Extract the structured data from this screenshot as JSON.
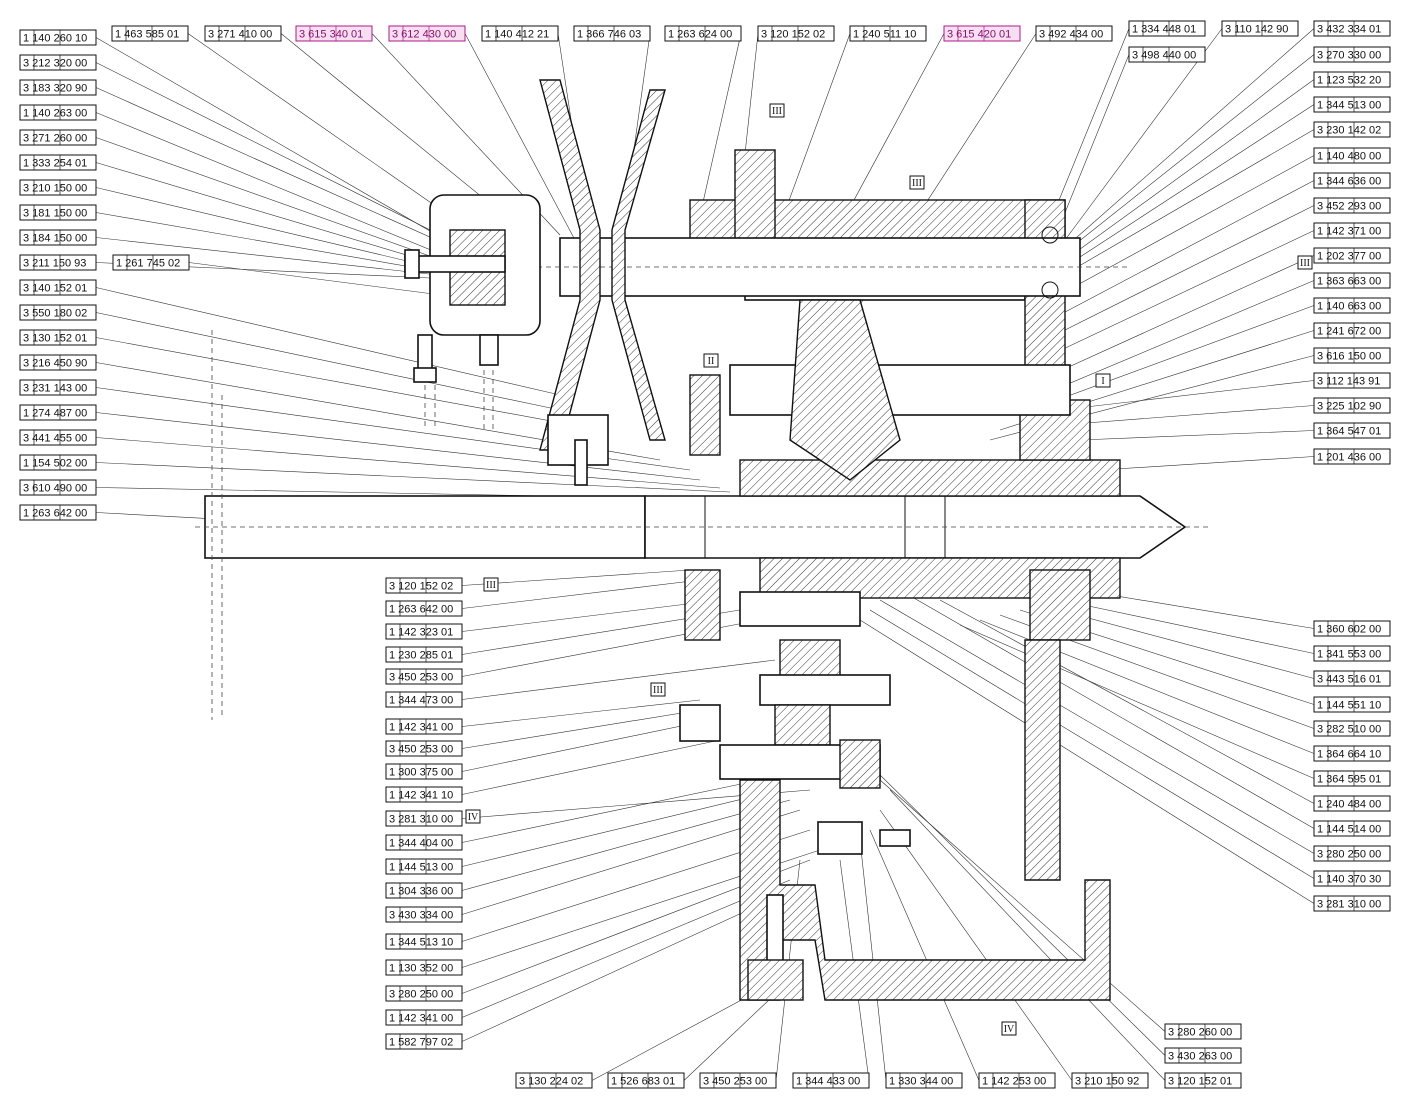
{
  "callouts": [
    {
      "id": "c01",
      "label": "1 140 260 10"
    },
    {
      "id": "c02",
      "label": "3 212 320 00"
    },
    {
      "id": "c03",
      "label": "3 183 320 90"
    },
    {
      "id": "c04",
      "label": "1 140 263 00"
    },
    {
      "id": "c05",
      "label": "3 271 260 00"
    },
    {
      "id": "c06",
      "label": "1 333 254 01"
    },
    {
      "id": "c07",
      "label": "3 210 150 00"
    },
    {
      "id": "c08",
      "label": "3 181 150 00"
    },
    {
      "id": "c09",
      "label": "3 184 150 00"
    },
    {
      "id": "c10",
      "label": "3 211 150 93"
    },
    {
      "id": "c11",
      "label": "1 261 745 02"
    },
    {
      "id": "c12",
      "label": "3 140 152 01"
    },
    {
      "id": "c13",
      "label": "3 550 180 02"
    },
    {
      "id": "c14",
      "label": "3 130 152 01"
    },
    {
      "id": "c15",
      "label": "3 216 450 90"
    },
    {
      "id": "c16",
      "label": "3 231 143 00"
    },
    {
      "id": "c17",
      "label": "1 274 487 00"
    },
    {
      "id": "c18",
      "label": "3 441 455 00"
    },
    {
      "id": "c19",
      "label": "1 154 502 00"
    },
    {
      "id": "c20",
      "label": "3 610 490 00"
    },
    {
      "id": "c21",
      "label": "1 263 642 00"
    },
    {
      "id": "t01",
      "label": "1 463 585 01"
    },
    {
      "id": "t02",
      "label": "3 271 410 00"
    },
    {
      "id": "t03",
      "label": "3 615 340 01",
      "highlight": true
    },
    {
      "id": "t04",
      "label": "3 612 430 00",
      "highlight": true
    },
    {
      "id": "t05",
      "label": "1 140 412 21"
    },
    {
      "id": "t06",
      "label": "1 366 746 03"
    },
    {
      "id": "t07",
      "label": "1 263 624 00"
    },
    {
      "id": "t08",
      "label": "3 120 152 02"
    },
    {
      "id": "t09",
      "label": "1 240 511 10"
    },
    {
      "id": "t10",
      "label": "3 615 420 01",
      "highlight": true
    },
    {
      "id": "t11",
      "label": "3 492 434 00"
    },
    {
      "id": "t12",
      "label": "1 334 448 01"
    },
    {
      "id": "t13",
      "label": "3 498 440 00"
    },
    {
      "id": "t14",
      "label": "3 110 142 90"
    },
    {
      "id": "r01",
      "label": "3 432 334 01"
    },
    {
      "id": "r02",
      "label": "3 270 330 00"
    },
    {
      "id": "r03",
      "label": "1 123 532 20"
    },
    {
      "id": "r04",
      "label": "1 344 513 00"
    },
    {
      "id": "r05",
      "label": "3 230 142 02"
    },
    {
      "id": "r06",
      "label": "1 140 480 00"
    },
    {
      "id": "r07",
      "label": "1 344 636 00"
    },
    {
      "id": "r08",
      "label": "3 452 293 00"
    },
    {
      "id": "r09",
      "label": "1 142 371 00"
    },
    {
      "id": "r10",
      "label": "1 202 377 00"
    },
    {
      "id": "r11",
      "label": "1 363 663 00"
    },
    {
      "id": "r12",
      "label": "1 140 663 00"
    },
    {
      "id": "r13",
      "label": "1 241 672 00"
    },
    {
      "id": "r14",
      "label": "3 616 150 00"
    },
    {
      "id": "r15",
      "label": "3 112 143 91"
    },
    {
      "id": "r16",
      "label": "3 225 102 90"
    },
    {
      "id": "r17",
      "label": "1 364 547 01"
    },
    {
      "id": "r18",
      "label": "1 201 436 00"
    },
    {
      "id": "r19",
      "label": "1 360 602 00"
    },
    {
      "id": "r20",
      "label": "1 341 553 00"
    },
    {
      "id": "r21",
      "label": "3 443 516 01"
    },
    {
      "id": "r22",
      "label": "1 144 551 10"
    },
    {
      "id": "r23",
      "label": "3 282 510 00"
    },
    {
      "id": "r24",
      "label": "1 364 664 10"
    },
    {
      "id": "r25",
      "label": "1 364 595 01"
    },
    {
      "id": "r26",
      "label": "1 240 484 00"
    },
    {
      "id": "r27",
      "label": "1 144 514 00"
    },
    {
      "id": "r28",
      "label": "3 280 250 00"
    },
    {
      "id": "r29",
      "label": "1 140 370 30"
    },
    {
      "id": "r30",
      "label": "3 281 310 00"
    },
    {
      "id": "m01",
      "label": "3 120 152 02"
    },
    {
      "id": "m02",
      "label": "1 263 642 00"
    },
    {
      "id": "m03",
      "label": "1 142 323 01"
    },
    {
      "id": "m04",
      "label": "1 230 285 01"
    },
    {
      "id": "m05",
      "label": "3 450 253 00"
    },
    {
      "id": "m06",
      "label": "1 344 473 00"
    },
    {
      "id": "m07",
      "label": "1 142 341 00"
    },
    {
      "id": "m08",
      "label": "3 450 253 00"
    },
    {
      "id": "m09",
      "label": "1 300 375 00"
    },
    {
      "id": "m10",
      "label": "1 142 341 10"
    },
    {
      "id": "m11",
      "label": "3 281 310 00"
    },
    {
      "id": "m12",
      "label": "1 344 404 00"
    },
    {
      "id": "m13",
      "label": "1 144 513 00"
    },
    {
      "id": "m14",
      "label": "1 304 336 00"
    },
    {
      "id": "m15",
      "label": "3 430 334 00"
    },
    {
      "id": "m16",
      "label": "1 344 513 10"
    },
    {
      "id": "m17",
      "label": "1 130 352 00"
    },
    {
      "id": "m18",
      "label": "3 280 250 00"
    },
    {
      "id": "m19",
      "label": "1 142 341 00"
    },
    {
      "id": "m20",
      "label": "1 582 797 02"
    },
    {
      "id": "b01",
      "label": "3 130 224 02"
    },
    {
      "id": "b02",
      "label": "1 526 683 01"
    },
    {
      "id": "b03",
      "label": "3 450 253 00"
    },
    {
      "id": "b04",
      "label": "1 344 433 00"
    },
    {
      "id": "b05",
      "label": "1 330 344 00"
    },
    {
      "id": "b06",
      "label": "1 142 253 00"
    },
    {
      "id": "b07",
      "label": "3 210 150 92"
    },
    {
      "id": "b08",
      "label": "3 120 152 01"
    },
    {
      "id": "b09",
      "label": "3 280 260 00"
    },
    {
      "id": "b10",
      "label": "3 430 263 00"
    }
  ],
  "section_markers": [
    "III",
    "III",
    "III",
    "II",
    "I",
    "III",
    "III",
    "IV",
    "IV"
  ],
  "colors": {
    "highlight": "#b0198a",
    "line": "#111111"
  }
}
